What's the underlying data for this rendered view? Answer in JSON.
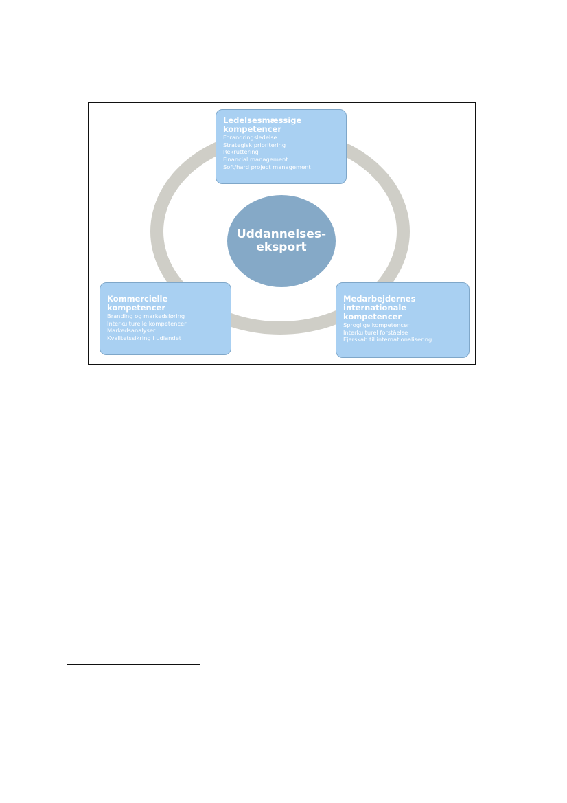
{
  "diagram": {
    "center": {
      "label": "Uddannelses-\neksport"
    },
    "boxes": {
      "top": {
        "title": "Ledelsesmæssige\nkompetencer",
        "items": [
          "Forandringsledelse",
          "Strategisk prioritering",
          "Rekruttering",
          "Financial management",
          "Soft/hard project management"
        ]
      },
      "left": {
        "title": "Kommercielle\nkompetencer",
        "items": [
          "Branding og markedsføring",
          "Interkulturelle kompetencer",
          "Markedsanalyser",
          "Kvalitetssikring i udlandet"
        ]
      },
      "right": {
        "title": "Medarbejdernes\ninternationale\nkompetencer",
        "items": [
          "Sproglige kompetencer",
          "Interkulturel forståelse",
          "Ejerskab til internationalisering"
        ]
      }
    },
    "colors": {
      "box_fill": "#a9d0f2",
      "center_fill": "#85a9c7",
      "ring": "#cfcec7",
      "text": "#ffffff"
    }
  }
}
